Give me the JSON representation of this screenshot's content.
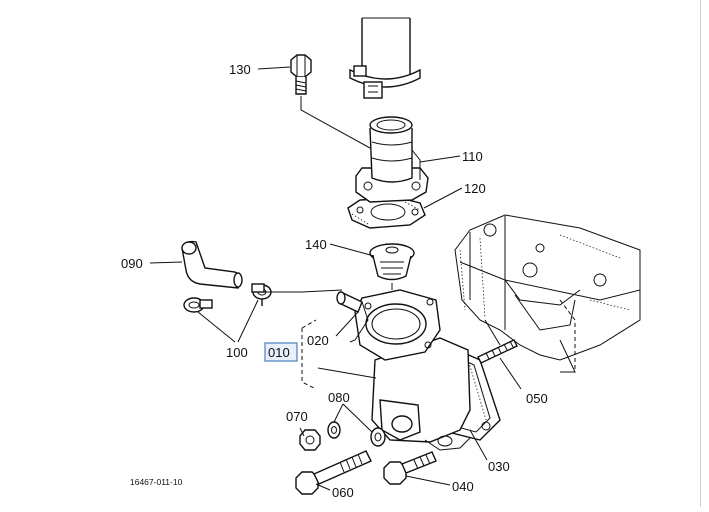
{
  "labels": {
    "p130": "130",
    "p110": "110",
    "p120": "120",
    "p140": "140",
    "p090": "090",
    "p100": "100",
    "p020": "020",
    "p010": "010",
    "p050": "050",
    "p080": "080",
    "p070": "070",
    "p030": "030",
    "p060": "060",
    "p040": "040"
  },
  "figure_code": "16467-011-10",
  "colors": {
    "ink": "#111111",
    "highlight_box": "#4a7fc1",
    "highlight_fill": "#e8f0fb"
  }
}
